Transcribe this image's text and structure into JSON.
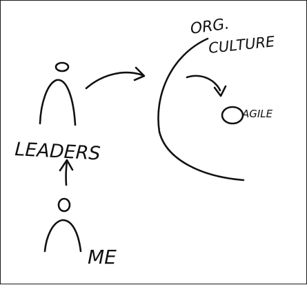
{
  "labels": {
    "org": "ORG.",
    "culture": "CULTURE",
    "agile": "AGILE",
    "leaders": "LEADERS",
    "me": "ME"
  }
}
